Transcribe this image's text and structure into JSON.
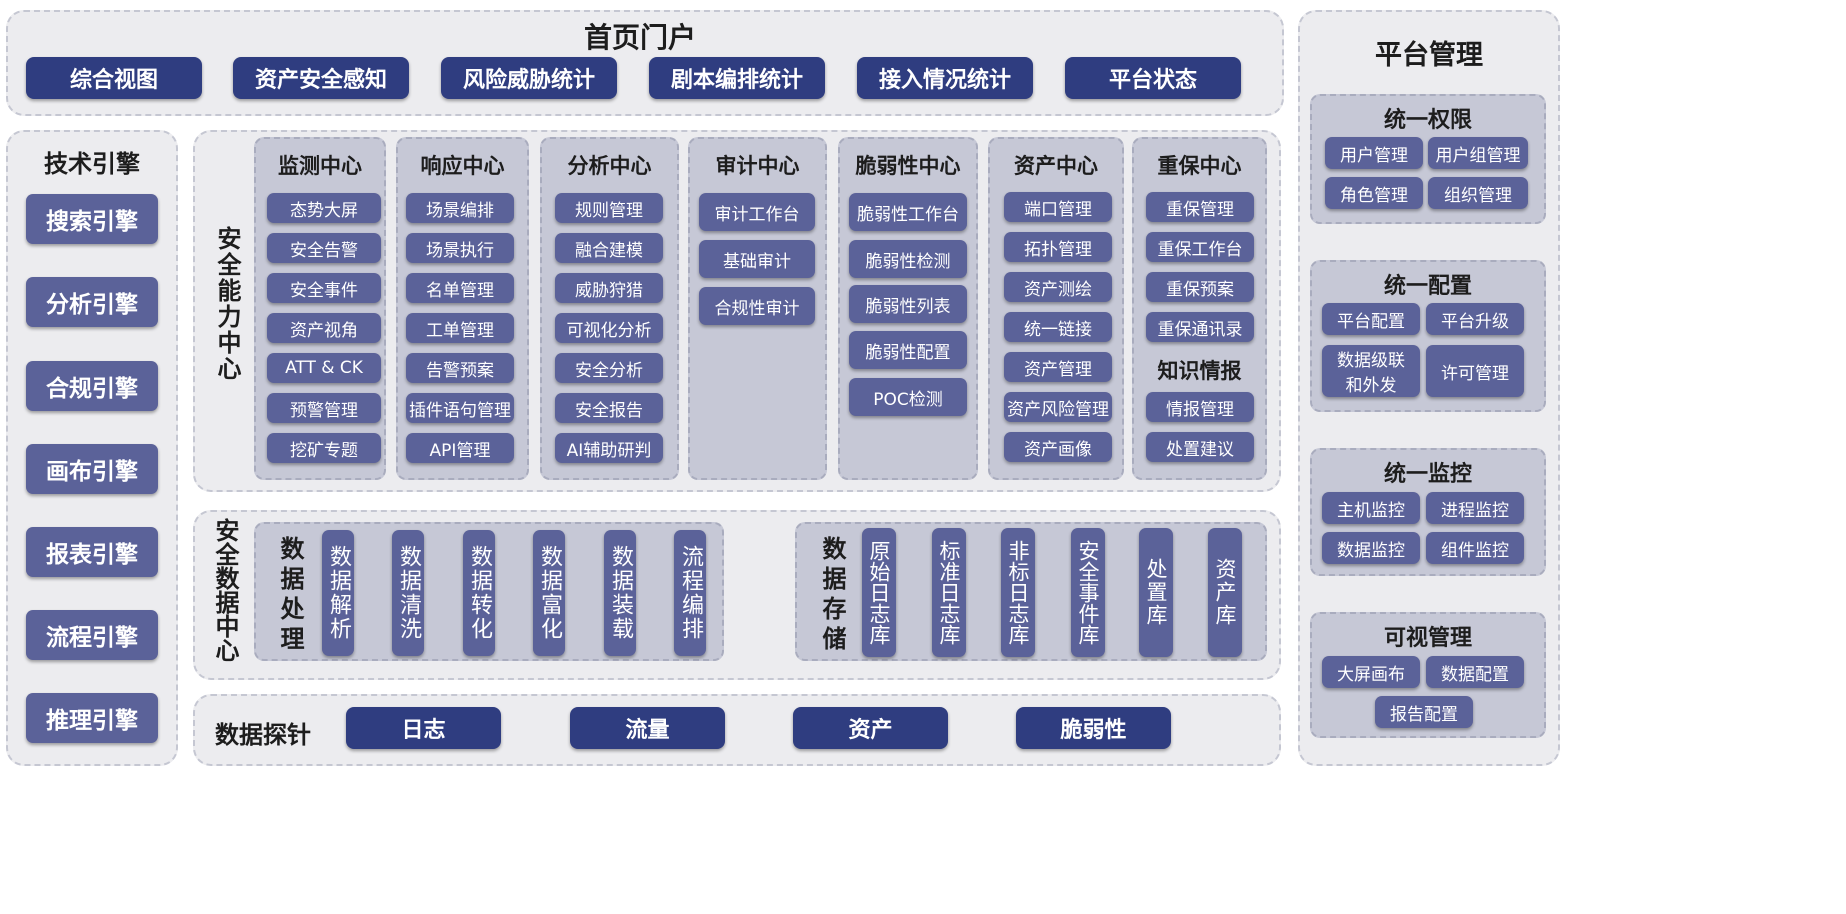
{
  "portal": {
    "title": "首页门户",
    "buttons": [
      "综合视图",
      "资产安全感知",
      "风险威胁统计",
      "剧本编排统计",
      "接入情况统计",
      "平台状态"
    ]
  },
  "tech_engine": {
    "title": "技术引擎",
    "items": [
      "搜索引擎",
      "分析引擎",
      "合规引擎",
      "画布引擎",
      "报表引擎",
      "流程引擎",
      "推理引擎"
    ]
  },
  "security_capability": {
    "label": "安全能力中心",
    "centers": [
      {
        "title": "监测中心",
        "items": [
          "态势大屏",
          "安全告警",
          "安全事件",
          "资产视角",
          "ATT & CK",
          "预警管理",
          "挖矿专题"
        ]
      },
      {
        "title": "响应中心",
        "items": [
          "场景编排",
          "场景执行",
          "名单管理",
          "工单管理",
          "告警预案",
          "插件语句管理",
          "API管理"
        ]
      },
      {
        "title": "分析中心",
        "items": [
          "规则管理",
          "融合建模",
          "威胁狩猎",
          "可视化分析",
          "安全分析",
          "安全报告",
          "AI辅助研判"
        ]
      },
      {
        "title": "审计中心",
        "items": [
          "审计工作台",
          "基础审计",
          "合规性审计"
        ]
      },
      {
        "title": "脆弱性中心",
        "items": [
          "脆弱性工作台",
          "脆弱性检测",
          "脆弱性列表",
          "脆弱性配置",
          "POC检测"
        ]
      },
      {
        "title": "资产中心",
        "items": [
          "端口管理",
          "拓扑管理",
          "资产测绘",
          "统一链接",
          "资产管理",
          "资产风险管理",
          "资产画像"
        ]
      },
      {
        "title": "重保中心",
        "items": [
          "重保管理",
          "重保工作台",
          "重保预案",
          "重保通讯录"
        ],
        "sub_title": "知识情报",
        "sub_items": [
          "情报管理",
          "处置建议"
        ]
      }
    ]
  },
  "security_data": {
    "label": "安全数据中心",
    "processing": {
      "label": "数据处理",
      "items": [
        "数据解析",
        "数据清洗",
        "数据转化",
        "数据富化",
        "数据装载",
        "流程编排"
      ]
    },
    "storage": {
      "label": "数据存储",
      "items": [
        "原始日志库",
        "标准日志库",
        "非标日志库",
        "安全事件库",
        "处置库",
        "资产库"
      ]
    }
  },
  "probe": {
    "label": "数据探针",
    "items": [
      "日志",
      "流量",
      "资产",
      "脆弱性"
    ]
  },
  "platform": {
    "title": "平台管理",
    "groups": [
      {
        "title": "统一权限",
        "items": [
          "用户管理",
          "用户组管理",
          "角色管理",
          "组织管理"
        ]
      },
      {
        "title": "统一配置",
        "items": [
          "平台配置",
          "平台升级",
          "数据级联和外发",
          "许可管理"
        ]
      },
      {
        "title": "统一监控",
        "items": [
          "主机监控",
          "进程监控",
          "数据监控",
          "组件监控"
        ]
      },
      {
        "title": "可视管理",
        "items": [
          "大屏画布",
          "数据配置",
          "报告配置"
        ]
      }
    ]
  },
  "colors": {
    "dark_button": "#2f3d80",
    "medium_button": "#5b6299",
    "panel": "#ececef",
    "subpanel": "#c6c8d6"
  }
}
